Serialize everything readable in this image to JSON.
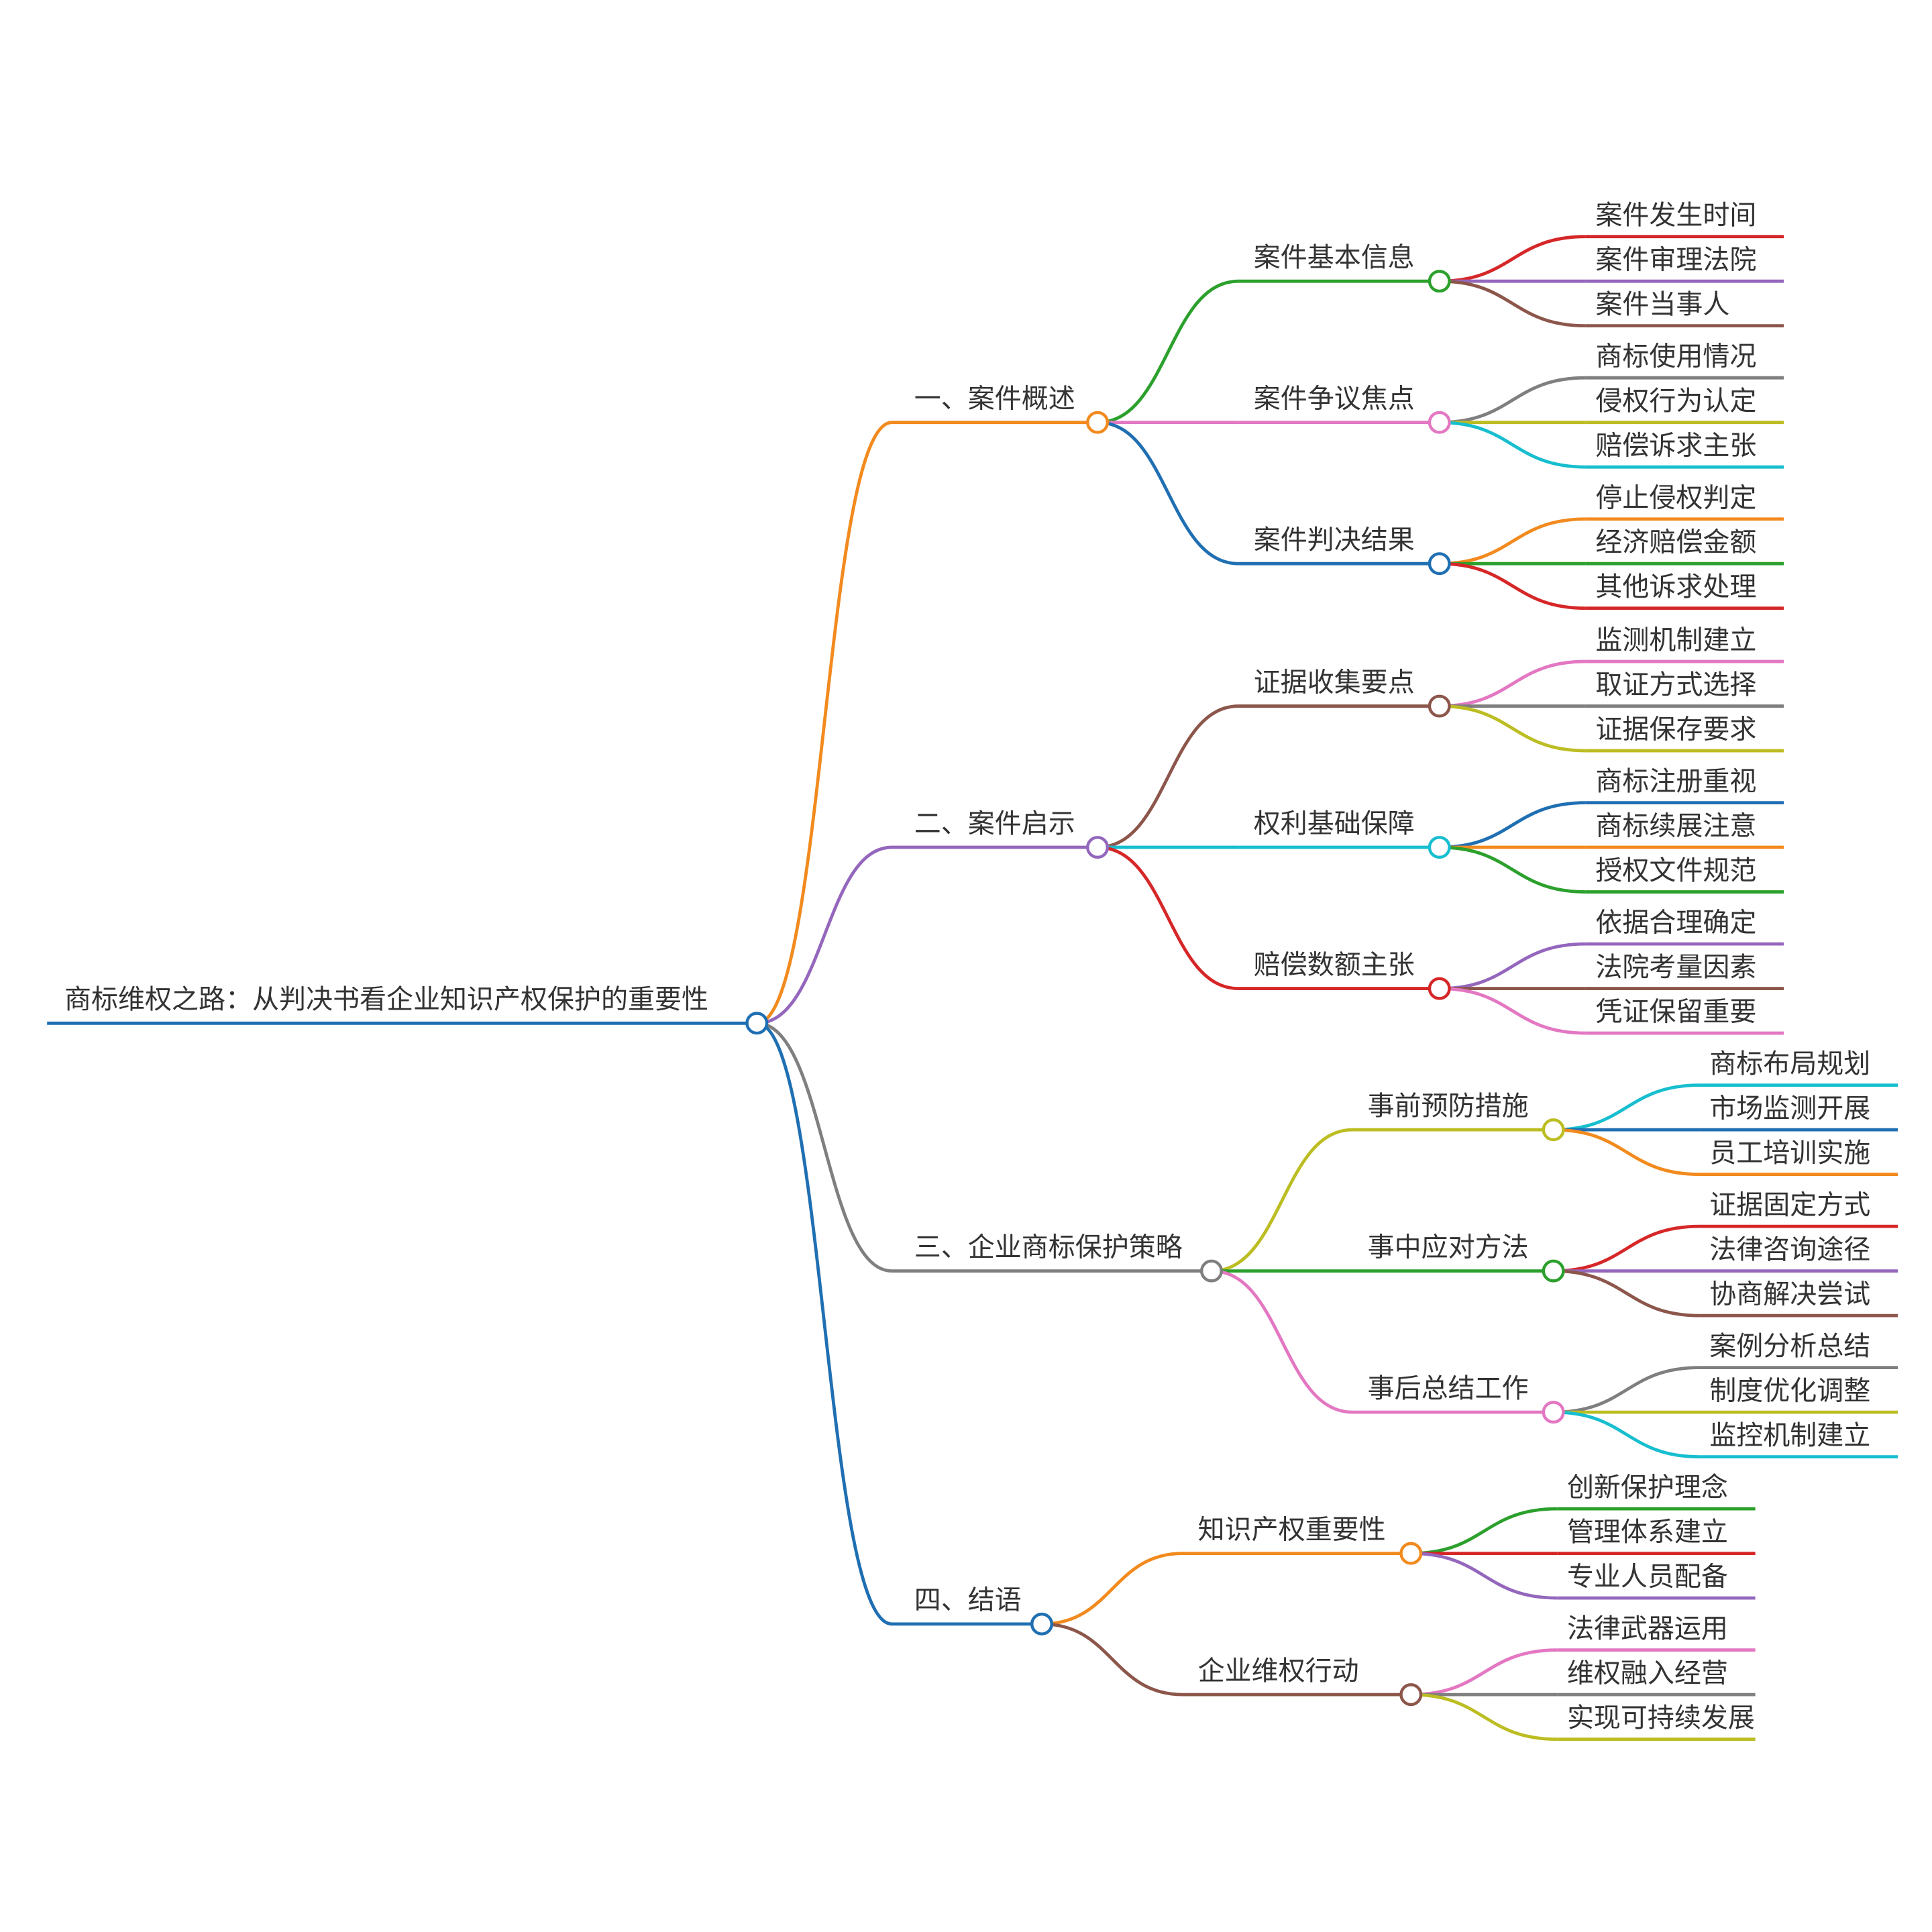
{
  "root": {
    "label": "商标维权之路：从判决书看企业知识产权保护的重要性",
    "color": "#1f6fb2",
    "children": [
      {
        "label": "一、案件概述",
        "color": "#f28a1e",
        "children": [
          {
            "label": "案件基本信息",
            "color": "#2ca02c",
            "children": [
              {
                "label": "案件发生时间",
                "color": "#d62728"
              },
              {
                "label": "案件审理法院",
                "color": "#9467bd"
              },
              {
                "label": "案件当事人",
                "color": "#8c564b"
              }
            ]
          },
          {
            "label": "案件争议焦点",
            "color": "#e377c2",
            "children": [
              {
                "label": "商标使用情况",
                "color": "#7f7f7f"
              },
              {
                "label": "侵权行为认定",
                "color": "#bcbd22"
              },
              {
                "label": "赔偿诉求主张",
                "color": "#17becf"
              }
            ]
          },
          {
            "label": "案件判决结果",
            "color": "#1f6fb2",
            "children": [
              {
                "label": "停止侵权判定",
                "color": "#f28a1e"
              },
              {
                "label": "经济赔偿金额",
                "color": "#2ca02c"
              },
              {
                "label": "其他诉求处理",
                "color": "#d62728"
              }
            ]
          }
        ]
      },
      {
        "label": "二、案件启示",
        "color": "#9467bd",
        "children": [
          {
            "label": "证据收集要点",
            "color": "#8c564b",
            "children": [
              {
                "label": "监测机制建立",
                "color": "#e377c2"
              },
              {
                "label": "取证方式选择",
                "color": "#7f7f7f"
              },
              {
                "label": "证据保存要求",
                "color": "#bcbd22"
              }
            ]
          },
          {
            "label": "权利基础保障",
            "color": "#17becf",
            "children": [
              {
                "label": "商标注册重视",
                "color": "#1f6fb2"
              },
              {
                "label": "商标续展注意",
                "color": "#f28a1e"
              },
              {
                "label": "授权文件规范",
                "color": "#2ca02c"
              }
            ]
          },
          {
            "label": "赔偿数额主张",
            "color": "#d62728",
            "children": [
              {
                "label": "依据合理确定",
                "color": "#9467bd"
              },
              {
                "label": "法院考量因素",
                "color": "#8c564b"
              },
              {
                "label": "凭证保留重要",
                "color": "#e377c2"
              }
            ]
          }
        ]
      },
      {
        "label": "三、企业商标保护策略",
        "color": "#7f7f7f",
        "children": [
          {
            "label": "事前预防措施",
            "color": "#bcbd22",
            "children": [
              {
                "label": "商标布局规划",
                "color": "#17becf"
              },
              {
                "label": "市场监测开展",
                "color": "#1f6fb2"
              },
              {
                "label": "员工培训实施",
                "color": "#f28a1e"
              }
            ]
          },
          {
            "label": "事中应对方法",
            "color": "#2ca02c",
            "children": [
              {
                "label": "证据固定方式",
                "color": "#d62728"
              },
              {
                "label": "法律咨询途径",
                "color": "#9467bd"
              },
              {
                "label": "协商解决尝试",
                "color": "#8c564b"
              }
            ]
          },
          {
            "label": "事后总结工作",
            "color": "#e377c2",
            "children": [
              {
                "label": "案例分析总结",
                "color": "#7f7f7f"
              },
              {
                "label": "制度优化调整",
                "color": "#bcbd22"
              },
              {
                "label": "监控机制建立",
                "color": "#17becf"
              }
            ]
          }
        ]
      },
      {
        "label": "四、结语",
        "color": "#1f6fb2",
        "children": [
          {
            "label": "知识产权重要性",
            "color": "#f28a1e",
            "children": [
              {
                "label": "创新保护理念",
                "color": "#2ca02c"
              },
              {
                "label": "管理体系建立",
                "color": "#d62728"
              },
              {
                "label": "专业人员配备",
                "color": "#9467bd"
              }
            ]
          },
          {
            "label": "企业维权行动",
            "color": "#8c564b",
            "children": [
              {
                "label": "法律武器运用",
                "color": "#e377c2"
              },
              {
                "label": "维权融入经营",
                "color": "#7f7f7f"
              },
              {
                "label": "实现可持续发展",
                "color": "#bcbd22"
              }
            ]
          }
        ]
      }
    ]
  }
}
